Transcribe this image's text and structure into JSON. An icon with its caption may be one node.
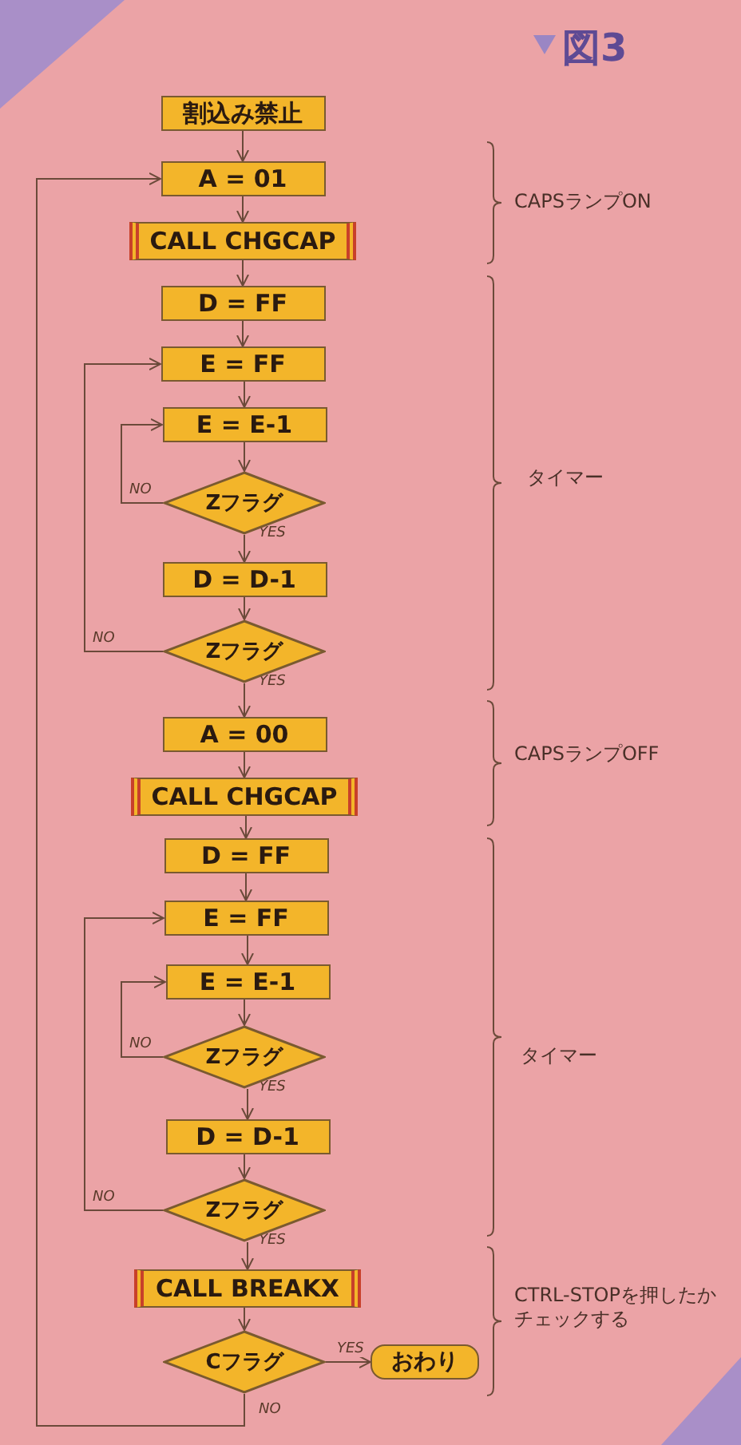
{
  "diagram": {
    "title": "図3",
    "nodes": [
      {
        "text": [
          "割込み禁止"
        ]
      },
      {
        "text": [
          "A = 01"
        ]
      },
      {
        "text": [
          "CALL CHGCAP"
        ]
      },
      {
        "text": [
          "D = FF"
        ]
      },
      {
        "text": [
          "E = FF"
        ]
      },
      {
        "text": [
          "E = E-1"
        ]
      },
      {
        "text": [
          "Zフラグ"
        ]
      },
      {
        "text": [
          "D = D-1"
        ]
      },
      {
        "text": [
          "Zフラグ"
        ]
      },
      {
        "text": [
          "A = 00"
        ]
      },
      {
        "text": [
          "CALL CHGCAP"
        ]
      },
      {
        "text": [
          "D = FF"
        ]
      },
      {
        "text": [
          "E = FF"
        ]
      },
      {
        "text": [
          "E = E-1"
        ]
      },
      {
        "text": [
          "Zフラグ"
        ]
      },
      {
        "text": [
          "D = D-1"
        ]
      },
      {
        "text": [
          "Zフラグ"
        ]
      },
      {
        "text": [
          "CALL BREAKX"
        ]
      },
      {
        "text": [
          "Cフラグ"
        ]
      },
      {
        "text": [
          "おわり"
        ]
      }
    ],
    "edges": [
      {
        "from": 0,
        "to": 1,
        "arrow": "to"
      },
      {
        "from": 1,
        "to": 2,
        "arrow": "to"
      },
      {
        "from": 2,
        "to": 3,
        "arrow": "to"
      },
      {
        "from": 3,
        "to": 4,
        "arrow": "to"
      },
      {
        "from": 4,
        "to": 5,
        "arrow": "to"
      },
      {
        "from": 5,
        "to": 6,
        "arrow": "to"
      },
      {
        "from": 6,
        "to": 7,
        "arrow": "to",
        "label": "YES"
      },
      {
        "from": 6,
        "to": 5,
        "arrow": "to",
        "label": "NO"
      },
      {
        "from": 7,
        "to": 8,
        "arrow": "to"
      },
      {
        "from": 8,
        "to": 9,
        "arrow": "to",
        "label": "YES"
      },
      {
        "from": 8,
        "to": 4,
        "arrow": "to",
        "label": "NO"
      },
      {
        "from": 9,
        "to": 10,
        "arrow": "to"
      },
      {
        "from": 10,
        "to": 11,
        "arrow": "to"
      },
      {
        "from": 11,
        "to": 12,
        "arrow": "to"
      },
      {
        "from": 12,
        "to": 13,
        "arrow": "to"
      },
      {
        "from": 13,
        "to": 14,
        "arrow": "to"
      },
      {
        "from": 14,
        "to": 15,
        "arrow": "to",
        "label": "YES"
      },
      {
        "from": 14,
        "to": 13,
        "arrow": "to",
        "label": "NO"
      },
      {
        "from": 15,
        "to": 16,
        "arrow": "to"
      },
      {
        "from": 16,
        "to": 17,
        "arrow": "to",
        "label": "YES"
      },
      {
        "from": 16,
        "to": 12,
        "arrow": "to",
        "label": "NO"
      },
      {
        "from": 17,
        "to": 18,
        "arrow": "to"
      },
      {
        "from": 18,
        "to": 19,
        "arrow": "to",
        "label": "YES"
      },
      {
        "from": 18,
        "to": 1,
        "arrow": "to",
        "label": "NO"
      }
    ],
    "labels": [
      "CAPSランプON",
      "タイマー",
      "CAPSランプOFF",
      "タイマー",
      "CTRL-STOPを押したかチェックする"
    ]
  }
}
